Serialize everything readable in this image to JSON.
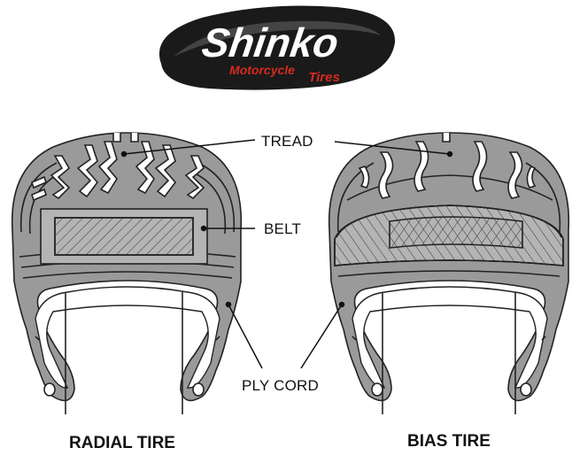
{
  "logo": {
    "brand": "Shinko",
    "tagline_line1": "Motorcycle",
    "tagline_line2": "Tires",
    "colors": {
      "badge": "#1a1a1a",
      "brand_text": "#ffffff",
      "tagline": "#d42a1e"
    }
  },
  "labels": {
    "tread": "TREAD",
    "belt": "BELT",
    "ply_cord": "PLY CORD"
  },
  "captions": {
    "radial": "RADIAL TIRE",
    "bias": "BIAS TIRE"
  },
  "colors": {
    "tire_fill": "#9a9a9a",
    "line": "#222222",
    "background": "#ffffff"
  }
}
